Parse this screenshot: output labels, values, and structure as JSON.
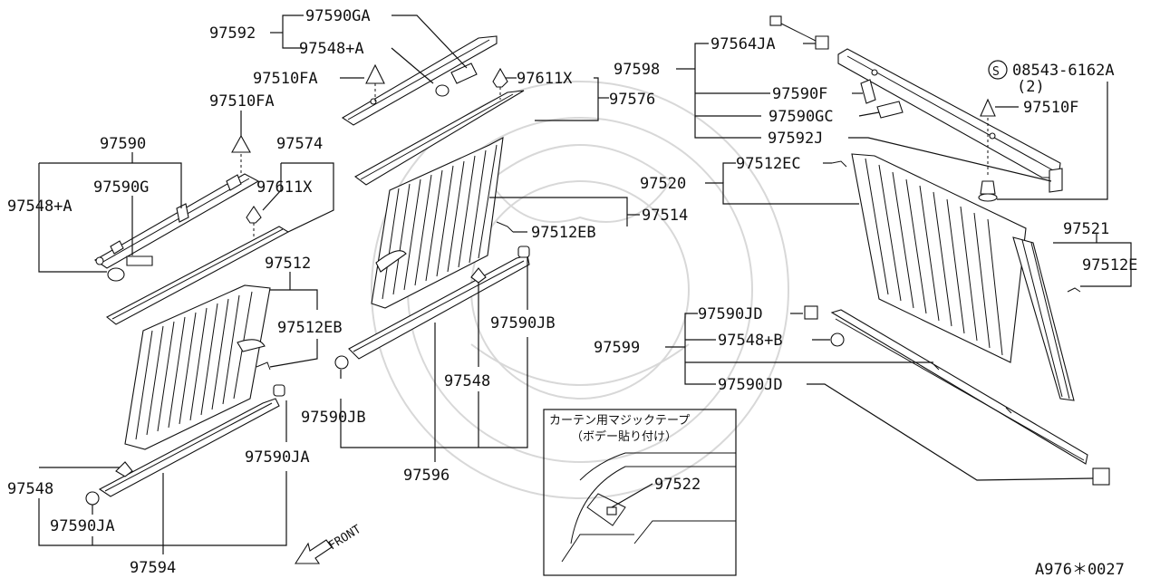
{
  "colors": {
    "line": "#111111",
    "background": "#ffffff",
    "watermark": "#d8d8d8"
  },
  "labels": {
    "p97592": "97592",
    "p97590GA": "97590GA",
    "p97548A_top": "97548+A",
    "p97510FA_1": "97510FA",
    "p97510FA_2": "97510FA",
    "p97611X_1": "97611X",
    "p97576": "97576",
    "p97590": "97590",
    "p97574": "97574",
    "p97590G": "97590G",
    "p97611X_2": "97611X",
    "p97548A_left": "97548+A",
    "p97512": "97512",
    "p97512EB_1": "97512EB",
    "p97512EB_2": "97512EB",
    "p97514": "97514",
    "p97590JB_1": "97590JB",
    "p97590JB_2": "97590JB",
    "p97548_mid": "97548",
    "p97596": "97596",
    "p97590JA_1": "97590JA",
    "p97590JA_2": "97590JA",
    "p97548_left": "97548",
    "p97594": "97594",
    "p97564JA": "97564JA",
    "p97598": "97598",
    "p97590F": "97590F",
    "p97590GC": "97590GC",
    "p97592J": "97592J",
    "p08543": "08543-6162A",
    "p08543_qty": "(2)",
    "p97510F": "97510F",
    "p97520": "97520",
    "p97512EC": "97512EC",
    "p97521": "97521",
    "p97512E": "97512E",
    "p97590JD_1": "97590JD",
    "p97548B": "97548+B",
    "p97599": "97599",
    "p97590JD_2": "97590JD",
    "p97522": "97522"
  },
  "screw_symbol": "S",
  "inset": {
    "title": "カーテン用マジックテープ",
    "subtitle": "（ボデー貼り付け）"
  },
  "front_label": "FRONT",
  "figure_code": "A976＊0027"
}
